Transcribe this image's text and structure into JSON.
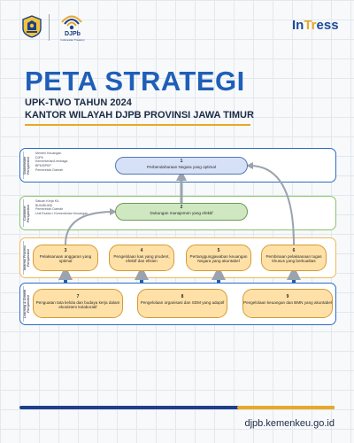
{
  "header": {
    "djpb_name": "DJPb",
    "djpb_tagline": "Indonesian Treasury",
    "intress_in": "In",
    "intress_tr": "Tr",
    "intress_ess": "ess"
  },
  "title": "PETA STRATEGI",
  "subtitle1": "UPK-TWO TAHUN 2024",
  "subtitle2": "KANTOR WILAYAH DJPB PROVINSI JAWA TIMUR",
  "map": {
    "bands": [
      {
        "label": "Stakeholder Perspective",
        "notes": [
          "Menteri Keuangan",
          "DJPb",
          "Kementerian/Lembaga",
          "BPK/BPKP",
          "Pemerintah Daerah"
        ]
      },
      {
        "label": "Customer Perspective",
        "notes": [
          "Satuan Kerja K/L",
          "BUN/BUMD",
          "Pemerintah Daerah",
          "Unit Eselon I Kementerian Keuangan"
        ]
      },
      {
        "label": "Internal Process Perspective",
        "notes": []
      },
      {
        "label": "Learning & Growth Perspective",
        "notes": []
      }
    ],
    "objectives": {
      "o1": {
        "num": "1",
        "text": "Perbendaharaan Negara yang optimal"
      },
      "o2": {
        "num": "2",
        "text": "Dukungan manajemen yang efektif"
      },
      "o3": {
        "num": "3",
        "text": "Pelaksanaan anggaran yang optimal"
      },
      "o4": {
        "num": "4",
        "text": "Pengelolaan kas yang prudent, efektif dan efisien"
      },
      "o5": {
        "num": "5",
        "text": "Pertanggungjawaban keuangan Negara yang akuntabel"
      },
      "o6": {
        "num": "6",
        "text": "Pembinaan pelaksanaan tugas khusus yang berkualitas"
      },
      "o7": {
        "num": "7",
        "text": "Penguatan tata kelola dan budaya kerja dalam ekosistem kolaboratif"
      },
      "o8": {
        "num": "8",
        "text": "Pengelolaan organisasi dan SDM yang adaptif"
      },
      "o9": {
        "num": "9",
        "text": "Pengelolaan keuangan dan BMN yang akuntabel"
      }
    }
  },
  "footer": {
    "url": "djpb.kemenkeu.go.id"
  },
  "colors": {
    "primary": "#1f5fb8",
    "accent": "#e8a928",
    "navy": "#1f3f8a"
  }
}
